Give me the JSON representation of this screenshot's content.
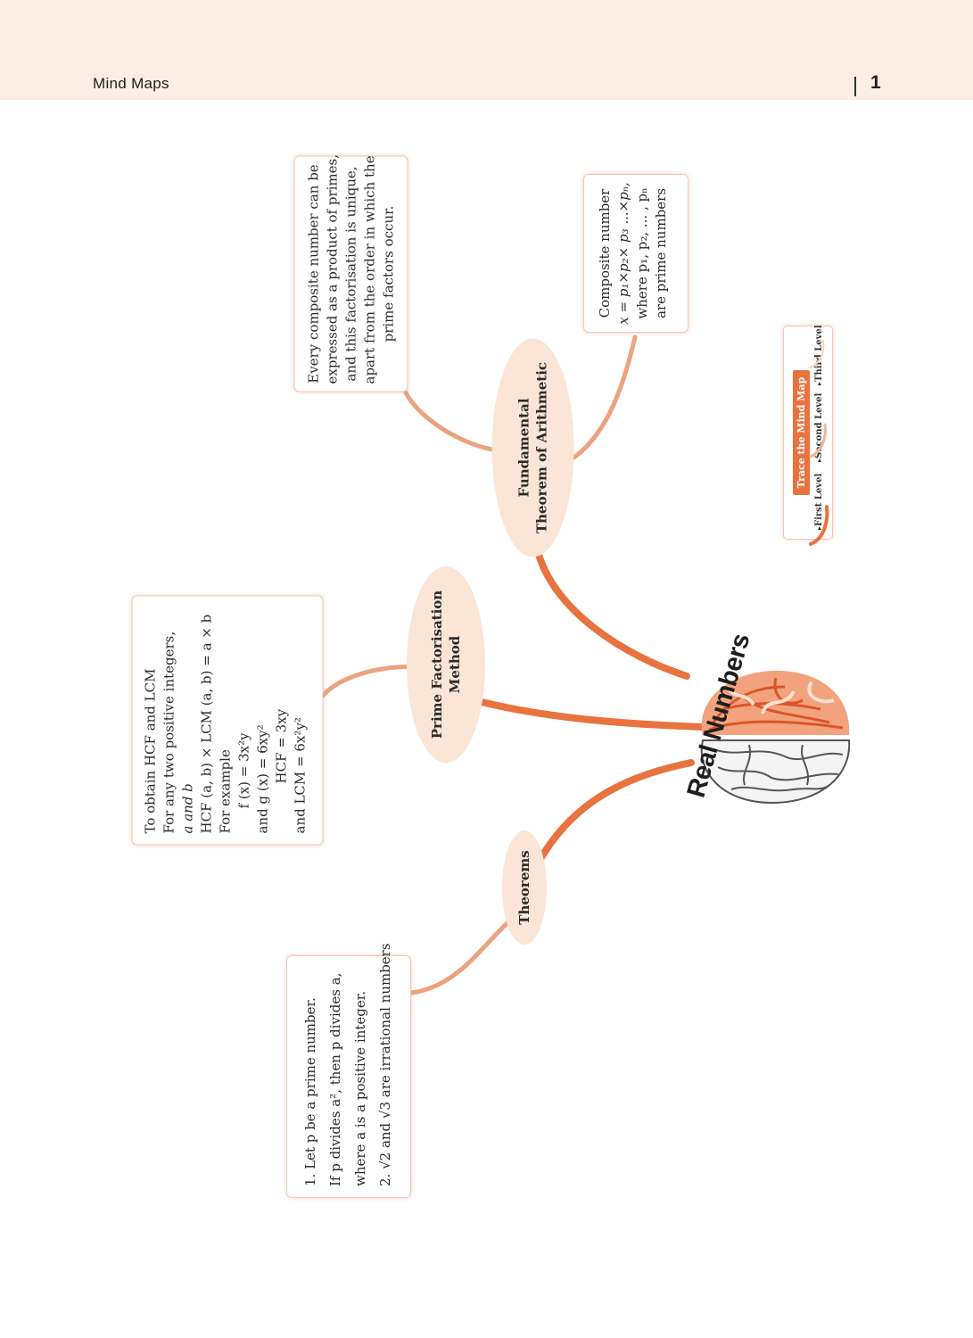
{
  "header": {
    "title": "Mind Maps",
    "page_number": "1"
  },
  "center": {
    "label": "Real Numbers"
  },
  "branches": {
    "fta": {
      "title": [
        "Fundamental",
        "Theorem of Arithmetic"
      ]
    },
    "pfm": {
      "title": [
        "Prime Factorisation",
        "Method"
      ]
    },
    "theorems": {
      "title": "Theorems"
    }
  },
  "boxes": {
    "fta_text": [
      "Every composite number can be",
      "expressed as a product of primes,",
      "and this factorisation is unique,",
      "apart from the order in which the",
      "prime factors occur."
    ],
    "composite": [
      "Composite number",
      "x = p₁×p₂× p₃ ...×pₙ,",
      "where p₁, p₂, ... , pₙ",
      "are prime numbers"
    ],
    "hcf": [
      "To obtain HCF and LCM",
      "For any two positive integers,",
      "a and b",
      "HCF (a, b) × LCM (a, b) = a × b",
      "For example",
      "f (x) = 3x²y",
      "and   g (x) = 6xy²",
      "HCF = 3xy",
      "and  LCM = 6x²y²"
    ],
    "theorems": [
      "1. Let p be a prime number.",
      "If p divides a², then p divides a,",
      "where a is a positive integer.",
      "2. √2 and √3 are irrational numbers"
    ]
  },
  "legend": {
    "title": "Trace the  Mind Map",
    "items": [
      "First Level",
      "Second Level",
      "Third Level"
    ]
  },
  "colors": {
    "header_bg": "#fdeee3",
    "accent": "#e9733f",
    "ellipse_bg": "#fbe5d7",
    "box_border": "#f2c9b3"
  }
}
